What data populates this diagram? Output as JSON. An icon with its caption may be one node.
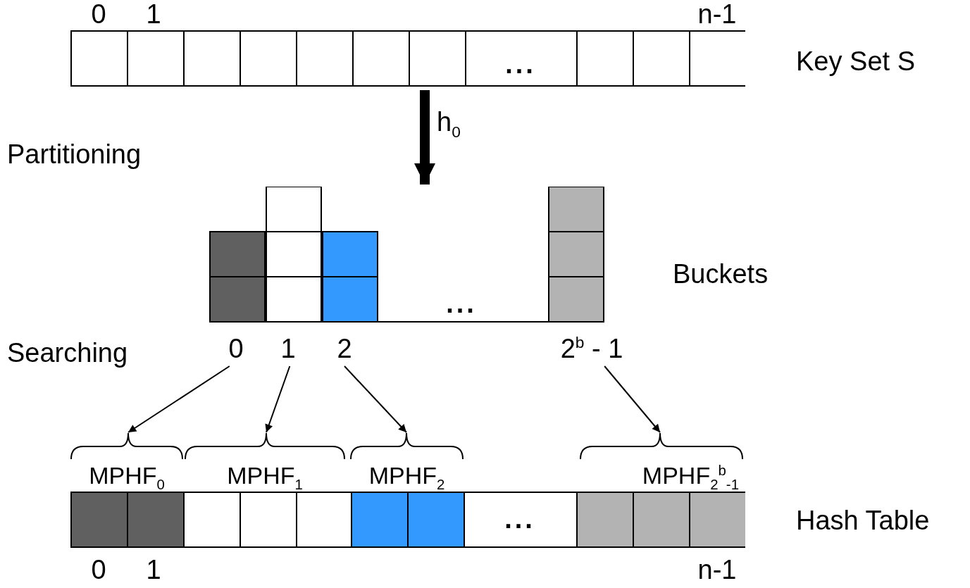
{
  "diagram": {
    "nodes": [
      {
        "text": [],
        "shape": "box",
        "beside": [
          "Key Set S"
        ]
      },
      {
        "text": [],
        "shape": "bar",
        "beside": [
          "Buckets"
        ]
      },
      {
        "text": [
          "0"
        ]
      },
      {
        "text": [
          "1"
        ]
      },
      {
        "text": [
          "2"
        ]
      },
      {
        "text": [
          "2$^{b}$ - 1"
        ]
      },
      {
        "text": [
          "MPHF$_{0}$"
        ]
      },
      {
        "text": [
          "MPHF$_{1}$"
        ]
      },
      {
        "text": [
          "MPHF$_{2}$"
        ]
      },
      {
        "text": [
          "MPHF$_{2}$$^{b}$$_{-1}$"
        ]
      },
      {
        "text": [],
        "shape": "box",
        "beside": [
          "Hash Table"
        ]
      }
    ],
    "edges": [
      {
        "from": 0,
        "to": 1,
        "arrow": "to",
        "label": "h$_{0}$",
        "style": "thick"
      },
      {
        "from": 2,
        "to": 6,
        "arrow": "to"
      },
      {
        "from": 3,
        "to": 7,
        "arrow": "to"
      },
      {
        "from": 4,
        "to": 8,
        "arrow": "to"
      },
      {
        "from": 5,
        "to": 9,
        "arrow": "to"
      }
    ],
    "labels": [
      "0",
      "1",
      "n-1",
      "...",
      "Partitioning",
      "...",
      "Searching",
      "...",
      "0",
      "1",
      "n-1"
    ]
  }
}
